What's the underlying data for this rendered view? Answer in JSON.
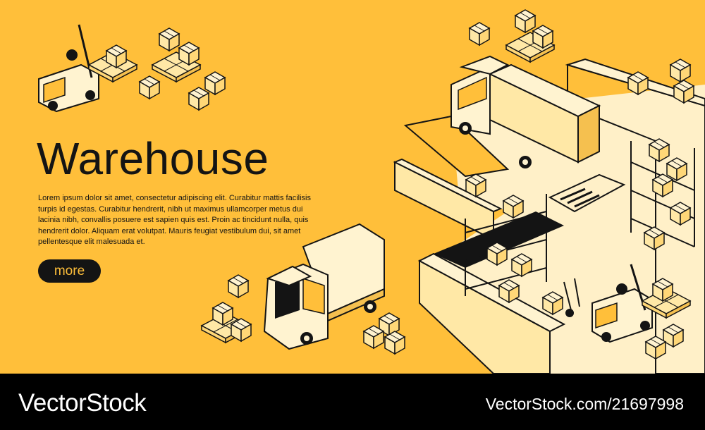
{
  "hero": {
    "title": "Warehouse",
    "body": "Lorem ipsum dolor sit amet, consectetur adipiscing elit. Curabitur mattis facilisis turpis id egestas. Curabitur hendrerit, nibh ut maximus ullamcorper metus dui lacinia nibh, convallis posuere est sapien quis est. Proin ac tincidunt nulla, quis hendrerit dolor. Aliquam erat volutpat. Mauris feugiat vestibulum dui, sit amet pellentesque elit malesuada et.",
    "more_label": "more"
  },
  "footer": {
    "brand": "VectorStock",
    "ref": "VectorStock.com/21697998"
  },
  "colors": {
    "background": "#ffbf3a",
    "ink": "#141414",
    "floor": "#fff0c8",
    "footer": "#000000"
  },
  "illustration": {
    "icons": [
      "forklift-icon",
      "pallet-icon",
      "box-icon",
      "truck-icon",
      "shelf-icon",
      "hand-truck-icon",
      "loading-zone-icon"
    ]
  }
}
